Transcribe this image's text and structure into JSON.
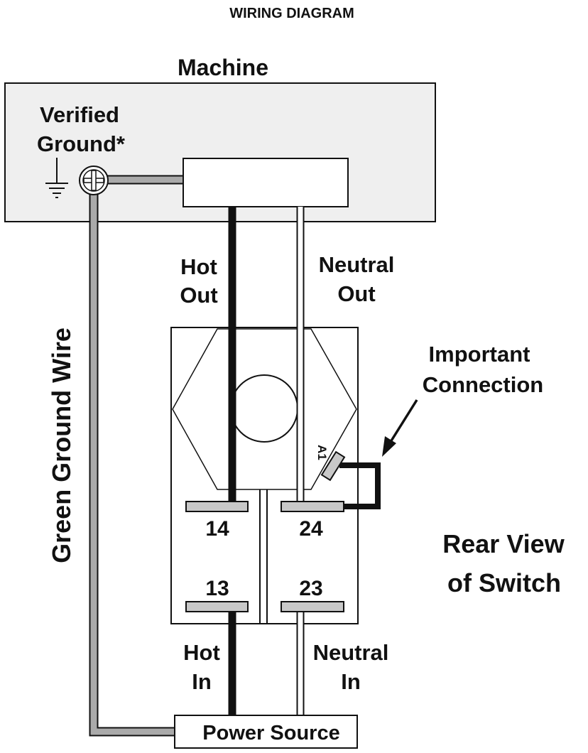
{
  "title": "WIRING DIAGRAM",
  "machine": {
    "label": "Machine",
    "verified_ground_line1": "Verified",
    "verified_ground_line2": "Ground*"
  },
  "wires": {
    "hot_out_line1": "Hot",
    "hot_out_line2": "Out",
    "neutral_out_line1": "Neutral",
    "neutral_out_line2": "Out",
    "hot_in_line1": "Hot",
    "hot_in_line2": "In",
    "neutral_in_line1": "Neutral",
    "neutral_in_line2": "In",
    "green_ground": "Green Ground Wire"
  },
  "switch": {
    "terminal_14": "14",
    "terminal_24": "24",
    "terminal_13": "13",
    "terminal_23": "23",
    "terminal_a1": "A1",
    "rear_view_line1": "Rear View",
    "rear_view_line2": "of Switch"
  },
  "callout": {
    "line1": "Important",
    "line2": "Connection"
  },
  "power_source": "Power Source",
  "colors": {
    "line": "#111111",
    "box_fill": "#efefef",
    "terminal_fill": "#c8c8c8",
    "ground_wire": "#aaaaaa",
    "hot_wire": "#111111",
    "neutral_wire": "#ffffff"
  }
}
